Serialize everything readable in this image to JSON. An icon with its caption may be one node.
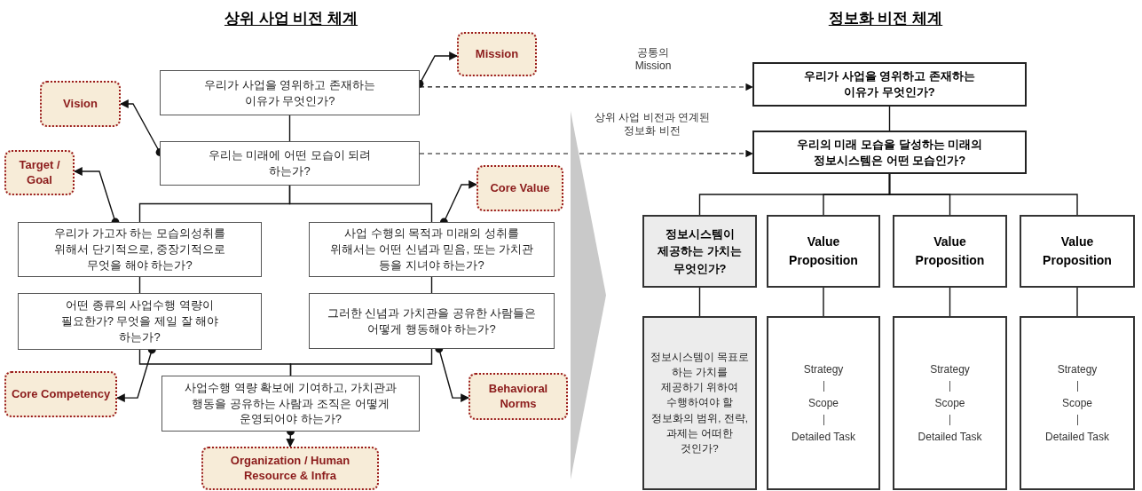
{
  "diagram": {
    "nodes": [
      {
        "text": [
          "우리가 사업을 영위하고 존재하는 이유가 무엇인가?"
        ]
      },
      {
        "text": [
          "Mission"
        ]
      },
      {
        "text": [
          "Vision"
        ]
      },
      {
        "text": [
          "우리는 미래에 어떤 모습이 되려 하는가?"
        ]
      },
      {
        "text": [
          "Target / Goal"
        ]
      },
      {
        "text": [
          "Core Value"
        ]
      },
      {
        "text": [
          "우리가 가고자 하는 모습의성취를 위해서 단기적으로, 중장기적으로 무엇을 해야 하는가?"
        ]
      },
      {
        "text": [
          "사업 수행의 목적과 미래의 성취를 위해서는 어떤 신념과 믿음, 또는 가치관 등을 지녀야 하는가?"
        ]
      },
      {
        "text": [
          "어떤 종류의 사업수행 역량이 필요한가? 무엇을 제일 잘 해야 하는가?"
        ]
      },
      {
        "text": [
          "그러한 신념과 가치관을 공유한 사람들은 어떻게 행동해야 하는가?"
        ]
      },
      {
        "text": [
          "Core Competency"
        ]
      },
      {
        "text": [
          "사업수행 역량 확보에 기여하고, 가치관과 행동을 공유하는 사람과 조직은 어떻게 운영되어야 하는가?"
        ]
      },
      {
        "text": [
          "Behavioral Norms"
        ]
      },
      {
        "text": [
          "Organization / Human Resource & Infra"
        ]
      },
      {
        "text": [
          "우리가 사업을 영위하고 존재하는 이유가 무엇인가?"
        ]
      },
      {
        "text": [
          "우리의 미래 모습을 달성하는 미래의 정보시스템은 어떤 모습인가?"
        ]
      },
      {
        "text": [
          "정보시스템이 제공하는 가치는 무엇인가?"
        ]
      },
      {
        "text": [
          "Value Proposition"
        ]
      },
      {
        "text": [
          "Value Proposition"
        ]
      },
      {
        "text": [
          "Value Proposition"
        ]
      },
      {
        "text": [
          "정보시스템이 목표로 하는 가치를 제공하기 위하여 수행하여야 할 정보화의 범위, 전략, 과제는 어떠한 것인가?"
        ]
      },
      {
        "text": [
          "Strategy",
          "Scope",
          "Detailed Task"
        ]
      },
      {
        "text": [
          "Strategy",
          "Scope",
          "Detailed Task"
        ]
      },
      {
        "text": [
          "Strategy",
          "Scope",
          "Detailed Task"
        ]
      },
      {
        "text": [],
        "shape": "chevron"
      }
    ],
    "edges": [
      {
        "from": 0,
        "to": 3,
        "arrow": "none"
      },
      {
        "from": 0,
        "to": 1,
        "arrow": "to"
      },
      {
        "from": 3,
        "to": 2,
        "arrow": "to"
      },
      {
        "from": 3,
        "to": 6,
        "arrow": "none"
      },
      {
        "from": 3,
        "to": 7,
        "arrow": "none"
      },
      {
        "from": 6,
        "to": 4,
        "arrow": "to"
      },
      {
        "from": 7,
        "to": 5,
        "arrow": "to"
      },
      {
        "from": 6,
        "to": 8,
        "arrow": "none"
      },
      {
        "from": 7,
        "to": 9,
        "arrow": "none"
      },
      {
        "from": 8,
        "to": 10,
        "arrow": "to"
      },
      {
        "from": 9,
        "to": 12,
        "arrow": "to"
      },
      {
        "from": 8,
        "to": 11,
        "arrow": "none"
      },
      {
        "from": 9,
        "to": 11,
        "arrow": "none"
      },
      {
        "from": 11,
        "to": 13,
        "arrow": "to"
      },
      {
        "from": 0,
        "to": 14,
        "arrow": "to",
        "style": "dashed",
        "label": "공통의 Mission"
      },
      {
        "from": 3,
        "to": 15,
        "arrow": "to",
        "style": "dashed",
        "label": "상위 사업 비전과 연계된 정보화 비전"
      },
      {
        "from": 14,
        "to": 15,
        "arrow": "none"
      },
      {
        "from": 15,
        "to": 16,
        "arrow": "none"
      },
      {
        "from": 15,
        "to": 17,
        "arrow": "none"
      },
      {
        "from": 15,
        "to": 18,
        "arrow": "none"
      },
      {
        "from": 15,
        "to": 19,
        "arrow": "none"
      },
      {
        "from": 16,
        "to": 20,
        "arrow": "none"
      },
      {
        "from": 17,
        "to": 21,
        "arrow": "none"
      },
      {
        "from": 18,
        "to": 22,
        "arrow": "none"
      },
      {
        "from": 19,
        "to": 23,
        "arrow": "none"
      }
    ],
    "labels": [
      "상위 사업 비전 체계",
      "정보화 비전 체계"
    ]
  }
}
